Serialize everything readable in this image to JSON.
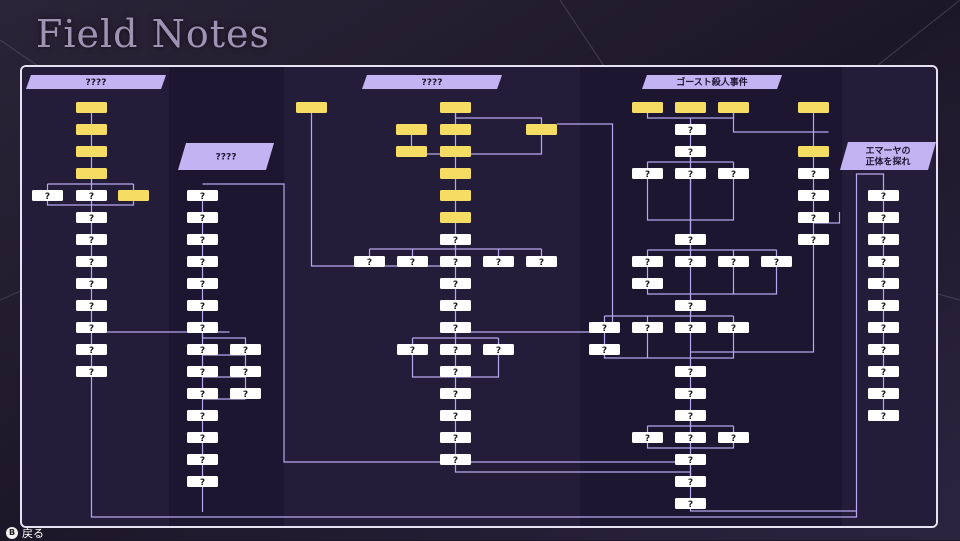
{
  "title": "Field Notes",
  "footer": {
    "button_glyph": "B",
    "back_label": "戻る"
  },
  "colors": {
    "header": "#c2b4f2",
    "known_node": "#f5dc62",
    "unknown_node": "#ffffff",
    "line": "#b6a8ee",
    "panel_border": "#e6e2f2"
  },
  "headers": [
    {
      "id": "h1",
      "text": "????"
    },
    {
      "id": "h2",
      "text": "????"
    },
    {
      "id": "h3",
      "text": "????"
    },
    {
      "id": "h4",
      "text": "ゴースト殺人事件"
    },
    {
      "id": "h5",
      "lines": [
        "エマーヤの",
        "正体を探れ"
      ]
    }
  ],
  "unknown_label": "?"
}
